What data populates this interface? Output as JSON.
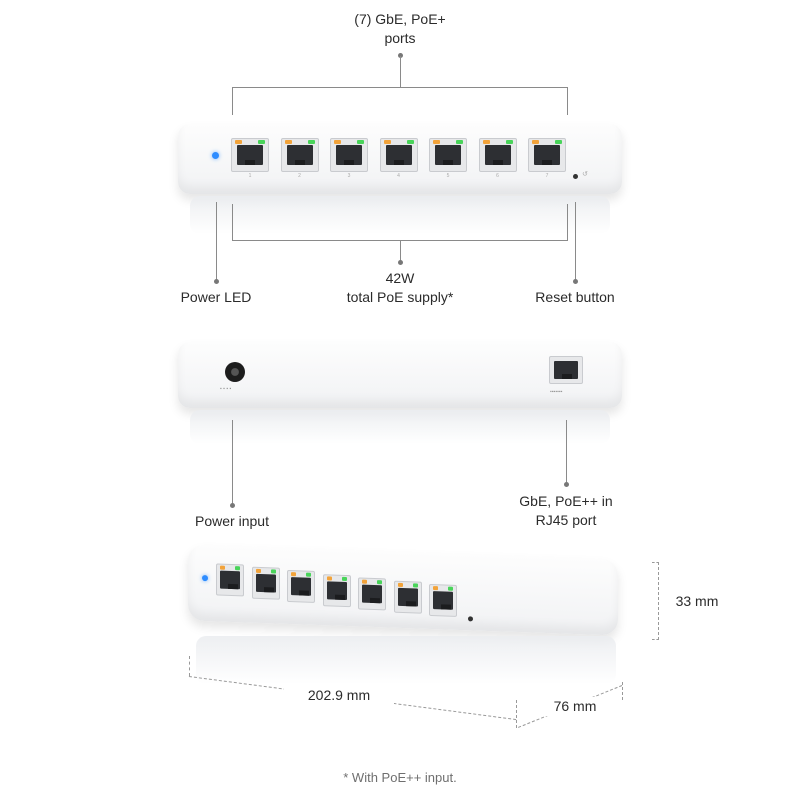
{
  "callouts": {
    "ports_line1": "(7) GbE, PoE+",
    "ports_line2": "ports",
    "poe_line1": "42W",
    "poe_line2": "total PoE supply*",
    "power_led": "Power LED",
    "reset_button": "Reset button",
    "power_input": "Power input",
    "uplink_line1": "GbE, PoE++ in",
    "uplink_line2": "RJ45 port"
  },
  "dimensions": {
    "height": "33 mm",
    "width": "202.9 mm",
    "depth": "76 mm"
  },
  "footnote": "* With PoE++ input.",
  "device": {
    "port_count": 7,
    "port_numbers": [
      "1",
      "2",
      "3",
      "4",
      "5",
      "6",
      "7"
    ],
    "led_color": "#2d8cff",
    "port_led_left": "#f2a33a",
    "port_led_right": "#49d45a"
  }
}
